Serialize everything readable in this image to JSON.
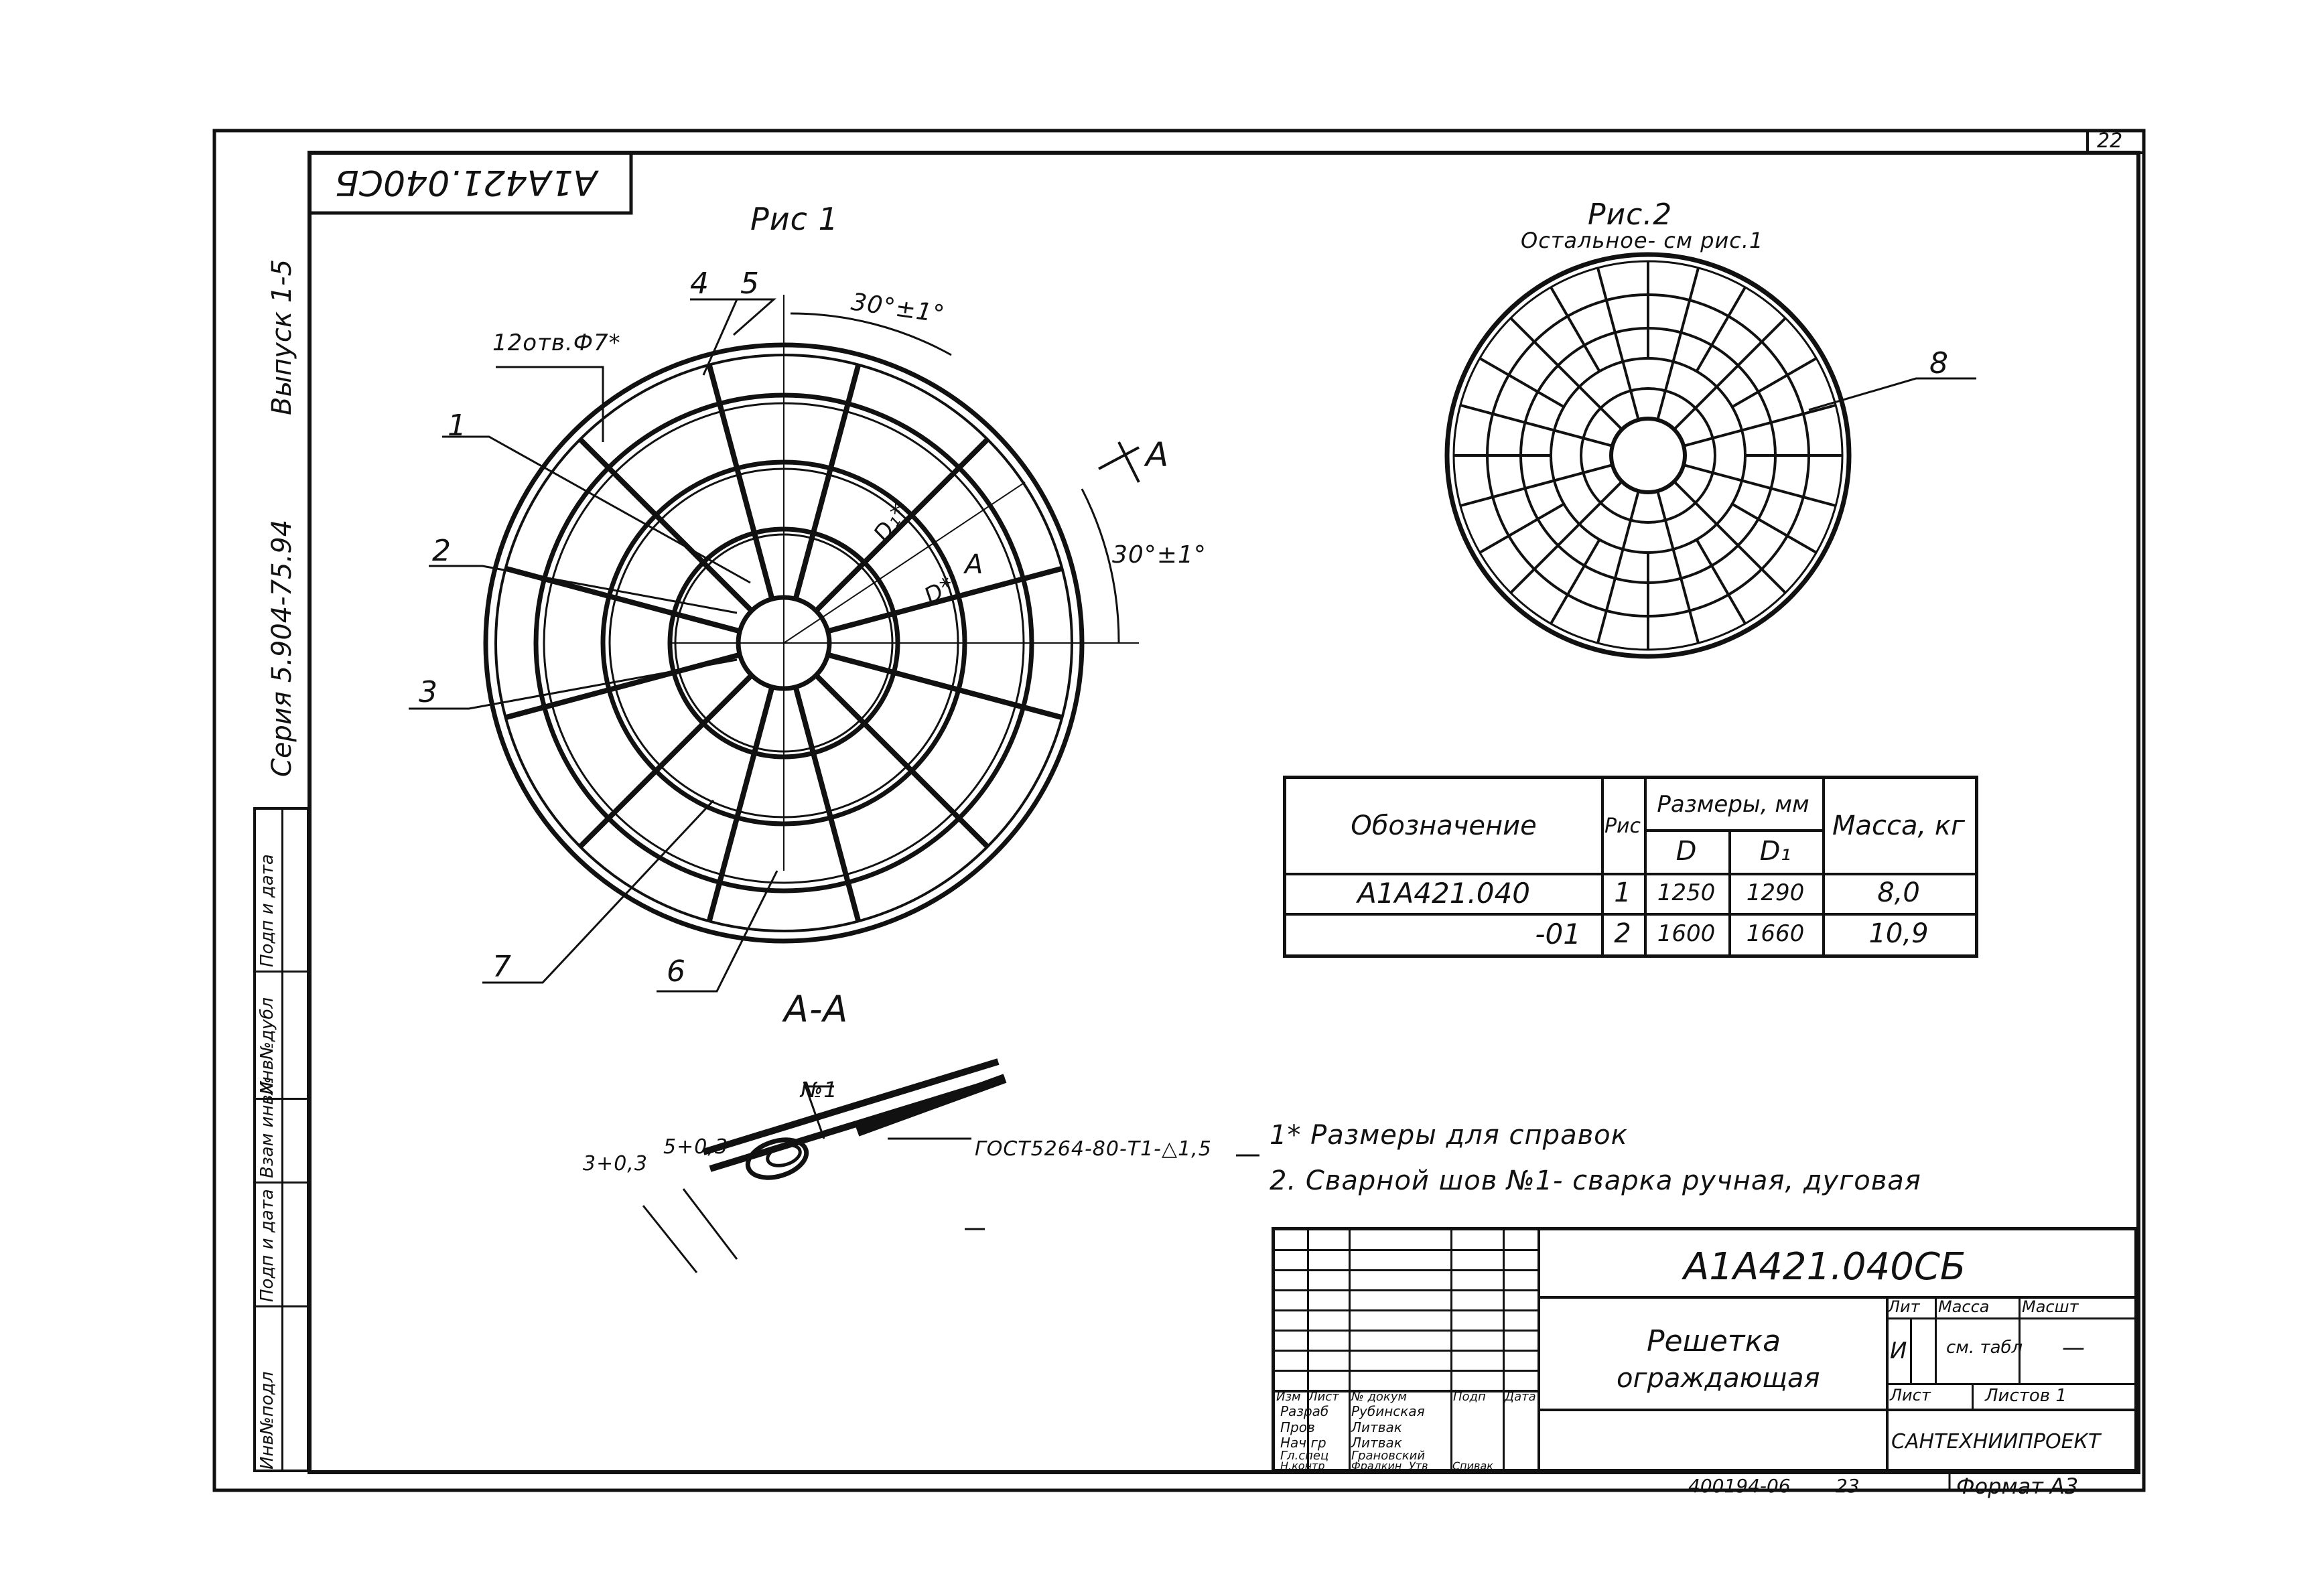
{
  "sheet_number": "22",
  "stamp_code": "А1А421.040СБ",
  "side_strip": {
    "series": "Серия 5.904-75.94",
    "issue": "Выпуск 1-5",
    "columns": [
      "Инв№подл",
      "Подп и дата",
      "Взам инв№",
      "Инв№дубл",
      "Подп и дата"
    ]
  },
  "figure1": {
    "title": "Рис 1",
    "holes": "12отв.Ф7*",
    "angle_top": "30°±1°",
    "angle_right": "30°±1°",
    "section_mark": "А",
    "dim_D1": "D₁*",
    "dim_D": "D*",
    "section_arrow": "А",
    "callouts": [
      "1",
      "2",
      "3",
      "4",
      "5",
      "6",
      "7"
    ]
  },
  "figure2": {
    "title": "Рис.2",
    "subtitle": "Остальное- см рис.1",
    "callout": "8"
  },
  "section_view": {
    "title": "А-А",
    "weld_no": "№1",
    "dim_a": "3+0,3",
    "dim_b": "5+0,3",
    "weld_spec": "ГОСТ5264-80-Т1-△1,5"
  },
  "spec_table": {
    "headers": {
      "designation": "Обозначение",
      "fig": "Рис",
      "dims": "Размеры, мм",
      "D": "D",
      "D1": "D₁",
      "mass": "Масса, кг"
    },
    "rows": [
      {
        "designation": "А1А421.040",
        "fig": "1",
        "D": "1250",
        "D1": "1290",
        "mass": "8,0"
      },
      {
        "designation": "-01",
        "fig": "2",
        "D": "1600",
        "D1": "1660",
        "mass": "10,9"
      }
    ]
  },
  "notes": [
    "1* Размеры для справок",
    "2. Сварной шов №1- сварка ручная, дуговая"
  ],
  "title_block": {
    "doc_code": "А1А421.040СБ",
    "name_line1": "Решетка",
    "name_line2": "ограждающая",
    "header_cells": [
      "Изм",
      "Лист",
      "№ докум",
      "Подп",
      "Дата"
    ],
    "signers": [
      {
        "role": "Разраб",
        "name": "Рубинская"
      },
      {
        "role": "Пров",
        "name": "Литвак"
      },
      {
        "role": "Нач гр",
        "name": "Литвак"
      },
      {
        "role": "Гл.спец",
        "name": "Грановский"
      },
      {
        "role": "Н.контр",
        "name": "Фрадкин"
      },
      {
        "role": "Утв",
        "name": "Спивак"
      }
    ],
    "lit_label": "Лит",
    "mass_label": "Масса",
    "scale_label": "Масшт",
    "lit_value": "И",
    "mass_value": "см. табл",
    "scale_value": "—",
    "sheet_label": "Лист",
    "sheets_label": "Листов 1",
    "organization": "САНТЕХНИИПРОЕКТ"
  },
  "footer": {
    "archive_no": "400194-06",
    "page": "23",
    "format": "Формат А3"
  }
}
